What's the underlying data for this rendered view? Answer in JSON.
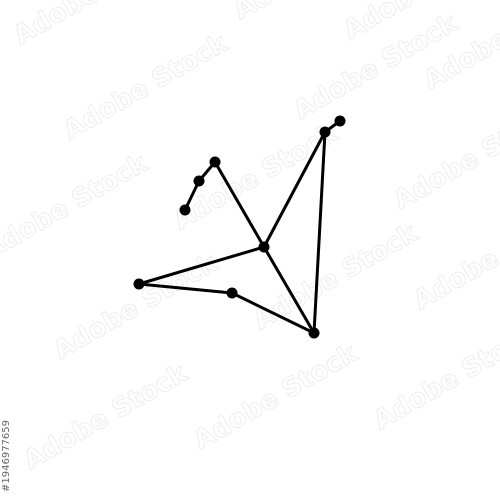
{
  "diagram": {
    "type": "constellation",
    "line_color": "#000000",
    "node_color": "#000000",
    "background": "#ffffff",
    "nodes": [
      "n1",
      "n2",
      "n3",
      "n4",
      "n5",
      "n6",
      "n7",
      "n8",
      "n9",
      "n10"
    ],
    "edges": [
      [
        "n1",
        "n2"
      ],
      [
        "n2",
        "n3"
      ],
      [
        "n3",
        "n4"
      ],
      [
        "n4",
        "n5"
      ],
      [
        "n4",
        "n6"
      ],
      [
        "n6",
        "n7"
      ],
      [
        "n7",
        "n8"
      ],
      [
        "n8",
        "n4"
      ],
      [
        "n8",
        "n9"
      ],
      [
        "n9",
        "n10"
      ]
    ]
  },
  "watermark": {
    "text": "Adobe Stock",
    "color": "#ececec"
  },
  "stock_id": {
    "text": "#1946977659"
  }
}
